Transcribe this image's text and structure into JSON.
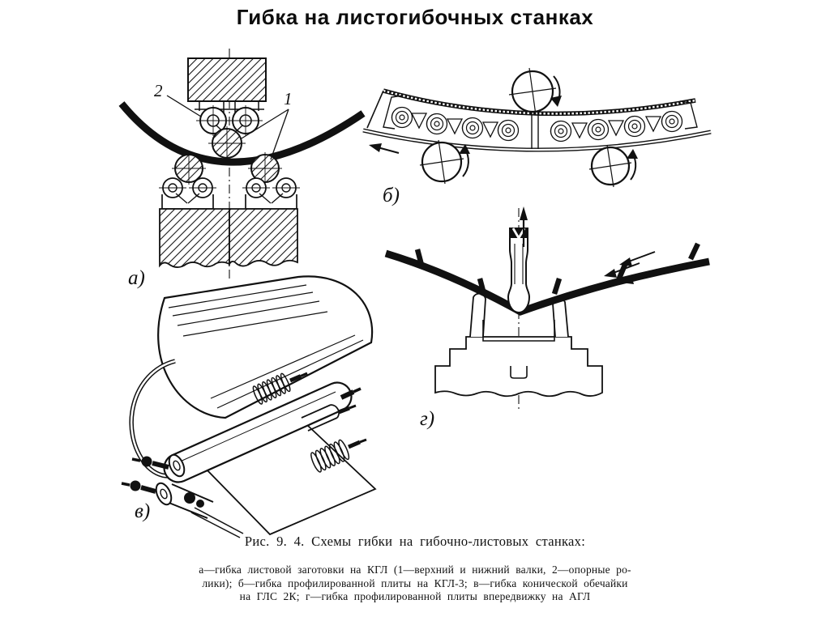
{
  "title": "Гибка на листогибочных станках",
  "figure": {
    "caption": "Рис. 9. 4. Схемы гибки на гибочно-листовых станках:",
    "legend_line1": "а—гибка листовой заготовки на КГЛ (1—верхний и нижний валки, 2—опорные ро-",
    "legend_line2": "лики); б—гибка профилированной плиты на КГЛ-3; в—гибка конической обечайки",
    "legend_line3": "на ГЛС 2К; г—гибка профилированной плиты впередвижку на АГЛ"
  },
  "diagram_labels": {
    "a": "а)",
    "b": "б)",
    "v": "в)",
    "g": "г)"
  },
  "callouts": {
    "rolls": "1",
    "support_rollers": "2"
  },
  "colors": {
    "ink": "#111111",
    "background": "#ffffff"
  }
}
